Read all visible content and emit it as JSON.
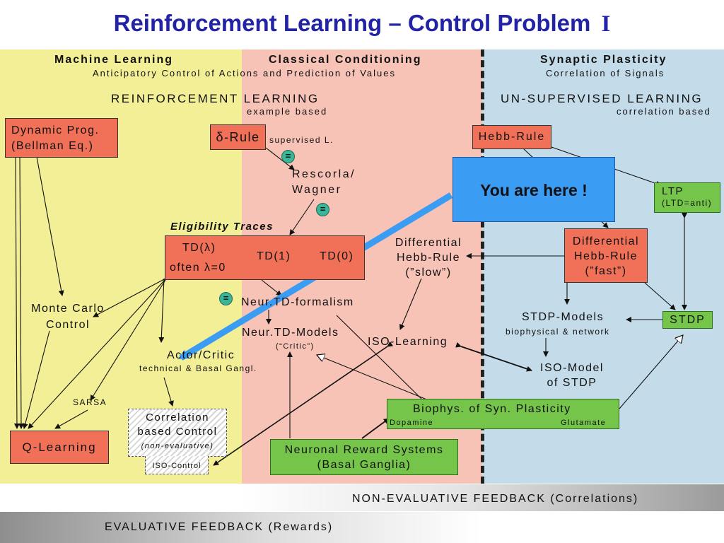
{
  "title": "Reinforcement Learning – Control Problem",
  "title_numeral": "I",
  "columns": {
    "ml": {
      "title": "Machine Learning",
      "subtitle": "Anticipatory Control of Actions and Prediction of Values"
    },
    "cc": {
      "title": "Classical Conditioning"
    },
    "sp": {
      "title": "Synaptic Plasticity",
      "subtitle": "Correlation of Signals"
    }
  },
  "rl": {
    "title": "REINFORCEMENT LEARNING",
    "subtitle": "example based"
  },
  "ul": {
    "title": "UN-SUPERVISED LEARNING",
    "subtitle": "correlation based"
  },
  "nodes": {
    "dynamic_prog": {
      "line1": "Dynamic Prog.",
      "line2": "(Bellman Eq.)"
    },
    "delta_rule": {
      "label": "δ-Rule",
      "note": "supervised L."
    },
    "hebb_rule": {
      "label": "Hebb-Rule"
    },
    "you_are_here": {
      "label": "You are here !"
    },
    "ltp": {
      "line1": "LTP",
      "line2": "(LTD=anti)"
    },
    "rescorla": {
      "line1": "Rescorla/",
      "line2": "Wagner"
    },
    "eligibility": {
      "label": "Eligibility Traces"
    },
    "td_box": {
      "td_lambda": "TD(λ)",
      "often": "often λ=0",
      "td1": "TD(1)",
      "td0": "TD(0)"
    },
    "diff_hebb_slow": {
      "line1": "Differential",
      "line2": "Hebb-Rule",
      "line3": "(”slow”)"
    },
    "diff_hebb_fast": {
      "line1": "Differential",
      "line2": "Hebb-Rule",
      "line3": "(”fast”)"
    },
    "monte_carlo": {
      "line1": "Monte Carlo",
      "line2": "Control"
    },
    "neur_formalism": {
      "label": "Neur.TD-formalism"
    },
    "neur_models": {
      "label": "Neur.TD-Models",
      "note": "(“Critic”)"
    },
    "actor_critic": {
      "label": "Actor/Critic",
      "note": "technical & Basal Gangl."
    },
    "stdp_models": {
      "label": "STDP-Models",
      "note": "biophysical & network"
    },
    "stdp": {
      "label": "STDP"
    },
    "iso_learning": {
      "label": "ISO-Learning"
    },
    "iso_model": {
      "line1": "ISO-Model",
      "line2": "of STDP"
    },
    "sarsa": {
      "label": "SARSA"
    },
    "correlation_control": {
      "line1": "Correlation",
      "line2": "based Control",
      "line3": "(non-evaluative)",
      "line4": "ISO-Control"
    },
    "q_learning": {
      "label": "Q-Learning"
    },
    "biophys": {
      "label": "Biophys. of Syn. Plasticity",
      "left": "Dopamine",
      "right": "Glutamate"
    },
    "neuronal_reward": {
      "line1": "Neuronal Reward Systems",
      "line2": "(Basal Ganglia)"
    }
  },
  "equals_symbol": "=",
  "feedback": {
    "non_evaluative": "NON-EVALUATIVE FEEDBACK (Correlations)",
    "evaluative": "EVALUATIVE FEEDBACK (Rewards)"
  },
  "colors": {
    "title": "#2323a6",
    "ml_zone": "#f2ef96",
    "cc_zone": "#f7c3b6",
    "sp_zone": "#c4dce9",
    "node_salmon": "#f07157",
    "node_green": "#74c54a",
    "you_are_here": "#3b9cf3",
    "equals_badge": "#3ab597"
  }
}
